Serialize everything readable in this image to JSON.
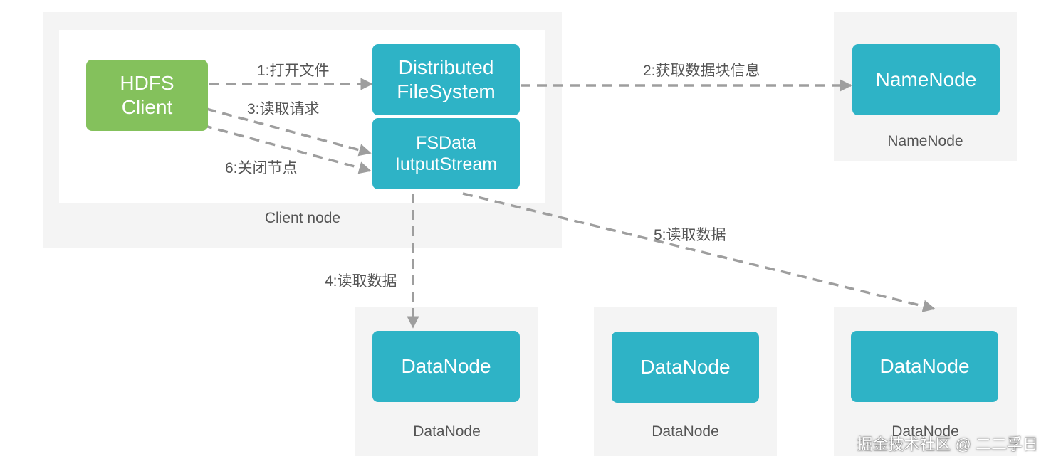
{
  "nodes": {
    "hdfs_client": {
      "line1": "HDFS",
      "line2": "Client"
    },
    "distributed_fs": {
      "line1": "Distributed",
      "line2": "FileSystem"
    },
    "fsdata_stream": {
      "line1": "FSData",
      "line2": "IutputStream"
    },
    "namenode": {
      "label": "NameNode"
    },
    "datanode_1": {
      "label": "DataNode"
    },
    "datanode_2": {
      "label": "DataNode"
    },
    "datanode_3": {
      "label": "DataNode"
    }
  },
  "regions": {
    "client_node": "Client node",
    "namenode": "NameNode",
    "datanode_1": "DataNode",
    "datanode_2": "DataNode",
    "datanode_3": "DataNode"
  },
  "edges": {
    "open_file": "1:打开文件",
    "get_block_info": "2:获取数据块信息",
    "read_request": "3:读取请求",
    "read_data_4": "4:读取数据",
    "read_data_5": "5:读取数据",
    "close_node": "6:关闭节点"
  },
  "colors": {
    "node_teal": "#2eb3c6",
    "node_green": "#84c15c",
    "region_bg": "#f4f4f4",
    "edge": "#9e9e9e"
  },
  "watermark": "掘金技术社区 @ 二二孚日"
}
